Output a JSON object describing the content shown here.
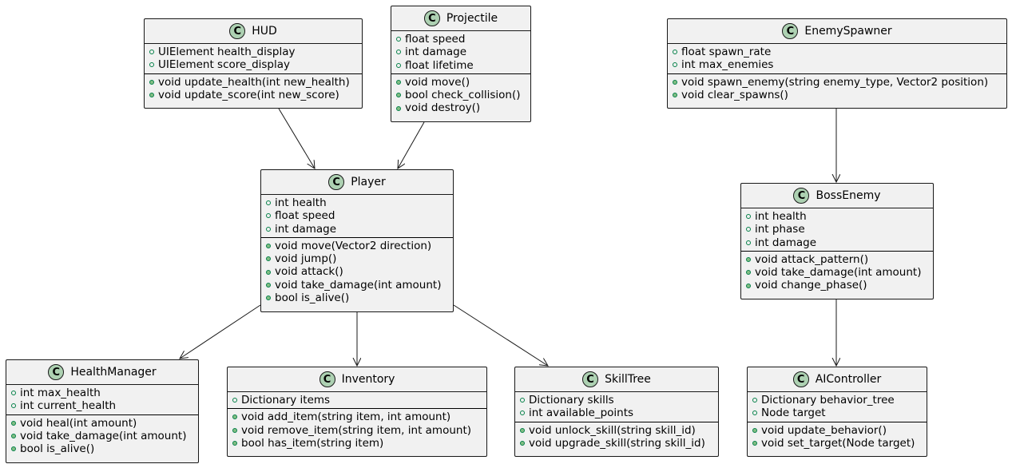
{
  "diagram": {
    "type": "class",
    "badge_letter": "C",
    "classes": [
      {
        "id": "HUD",
        "name": "HUD",
        "attributes": [
          "UIElement health_display",
          "UIElement score_display"
        ],
        "methods": [
          "void update_health(int new_health)",
          "void update_score(int new_score)"
        ]
      },
      {
        "id": "Projectile",
        "name": "Projectile",
        "attributes": [
          "float speed",
          "int damage",
          "float lifetime"
        ],
        "methods": [
          "void move()",
          "bool check_collision()",
          "void destroy()"
        ]
      },
      {
        "id": "EnemySpawner",
        "name": "EnemySpawner",
        "attributes": [
          "float spawn_rate",
          "int max_enemies"
        ],
        "methods": [
          "void spawn_enemy(string enemy_type, Vector2 position)",
          "void clear_spawns()"
        ]
      },
      {
        "id": "Player",
        "name": "Player",
        "attributes": [
          "int health",
          "float speed",
          "int damage"
        ],
        "methods": [
          "void move(Vector2 direction)",
          "void jump()",
          "void attack()",
          "void take_damage(int amount)",
          "bool is_alive()"
        ]
      },
      {
        "id": "BossEnemy",
        "name": "BossEnemy",
        "attributes": [
          "int health",
          "int phase",
          "int damage"
        ],
        "methods": [
          "void attack_pattern()",
          "void take_damage(int amount)",
          "void change_phase()"
        ]
      },
      {
        "id": "HealthManager",
        "name": "HealthManager",
        "attributes": [
          "int max_health",
          "int current_health"
        ],
        "methods": [
          "void heal(int amount)",
          "void take_damage(int amount)",
          "bool is_alive()"
        ]
      },
      {
        "id": "Inventory",
        "name": "Inventory",
        "attributes": [
          "Dictionary items"
        ],
        "methods": [
          "void add_item(string item, int amount)",
          "void remove_item(string item, int amount)",
          "bool has_item(string item)"
        ]
      },
      {
        "id": "SkillTree",
        "name": "SkillTree",
        "attributes": [
          "Dictionary skills",
          "int available_points"
        ],
        "methods": [
          "void unlock_skill(string skill_id)",
          "void upgrade_skill(string skill_id)"
        ]
      },
      {
        "id": "AIController",
        "name": "AIController",
        "attributes": [
          "Dictionary behavior_tree",
          "Node target"
        ],
        "methods": [
          "void update_behavior()",
          "void set_target(Node target)"
        ]
      }
    ],
    "relations": [
      {
        "from": "HUD",
        "to": "Player"
      },
      {
        "from": "Projectile",
        "to": "Player"
      },
      {
        "from": "EnemySpawner",
        "to": "BossEnemy"
      },
      {
        "from": "Player",
        "to": "HealthManager"
      },
      {
        "from": "Player",
        "to": "Inventory"
      },
      {
        "from": "Player",
        "to": "SkillTree"
      },
      {
        "from": "BossEnemy",
        "to": "AIController"
      }
    ],
    "colors": {
      "class_fill": "#f1f1f1",
      "badge_fill": "#add1b2",
      "border": "#181818",
      "member_dot": "#038048",
      "method_dot_fill": "#84be84"
    }
  }
}
